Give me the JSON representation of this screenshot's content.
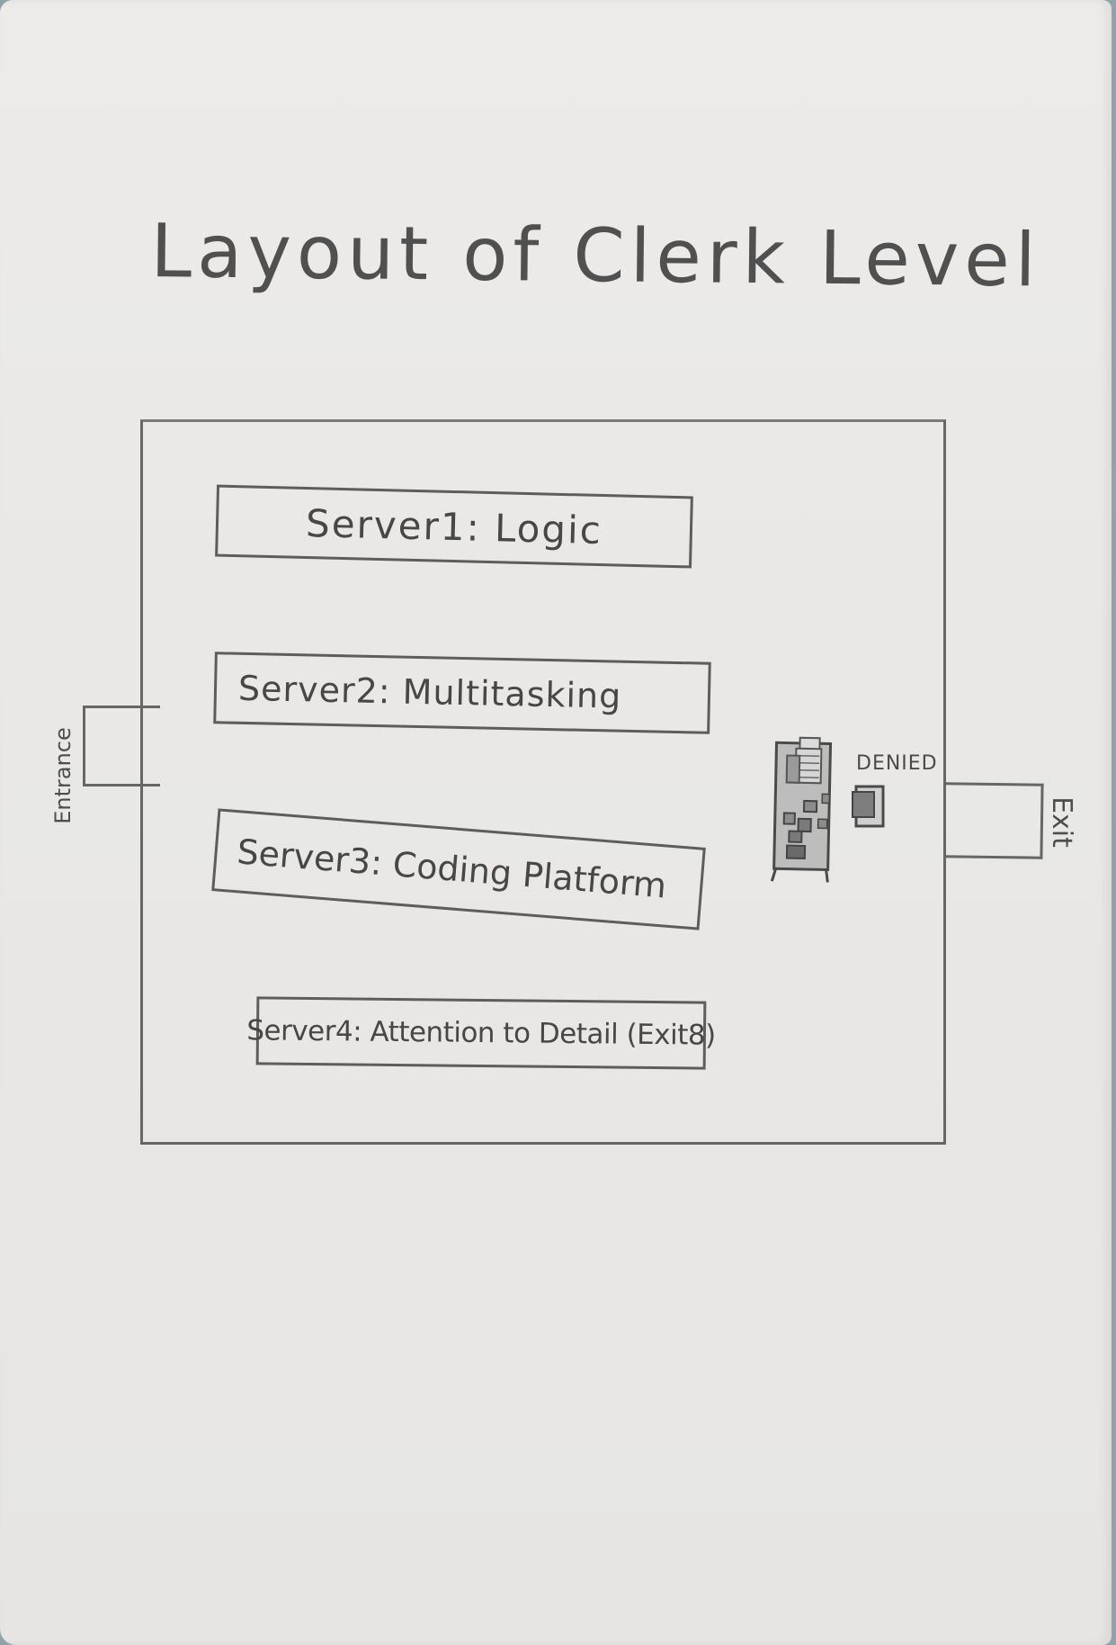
{
  "title": "Layout of Clerk Level",
  "servers": [
    {
      "label": "Server1: Logic"
    },
    {
      "label": "Server2: Multitasking"
    },
    {
      "label": "Server3: Coding Platform"
    },
    {
      "label": "Server4: Attention to Detail (Exit8)"
    }
  ],
  "entrance": {
    "label": "Entrance"
  },
  "exit": {
    "label": "Exit"
  },
  "machine": {
    "label": "DENIED"
  },
  "colors": {
    "paper": "#eae9e7",
    "pencil": "#5d5d5d",
    "background": "#8fa3a8"
  }
}
